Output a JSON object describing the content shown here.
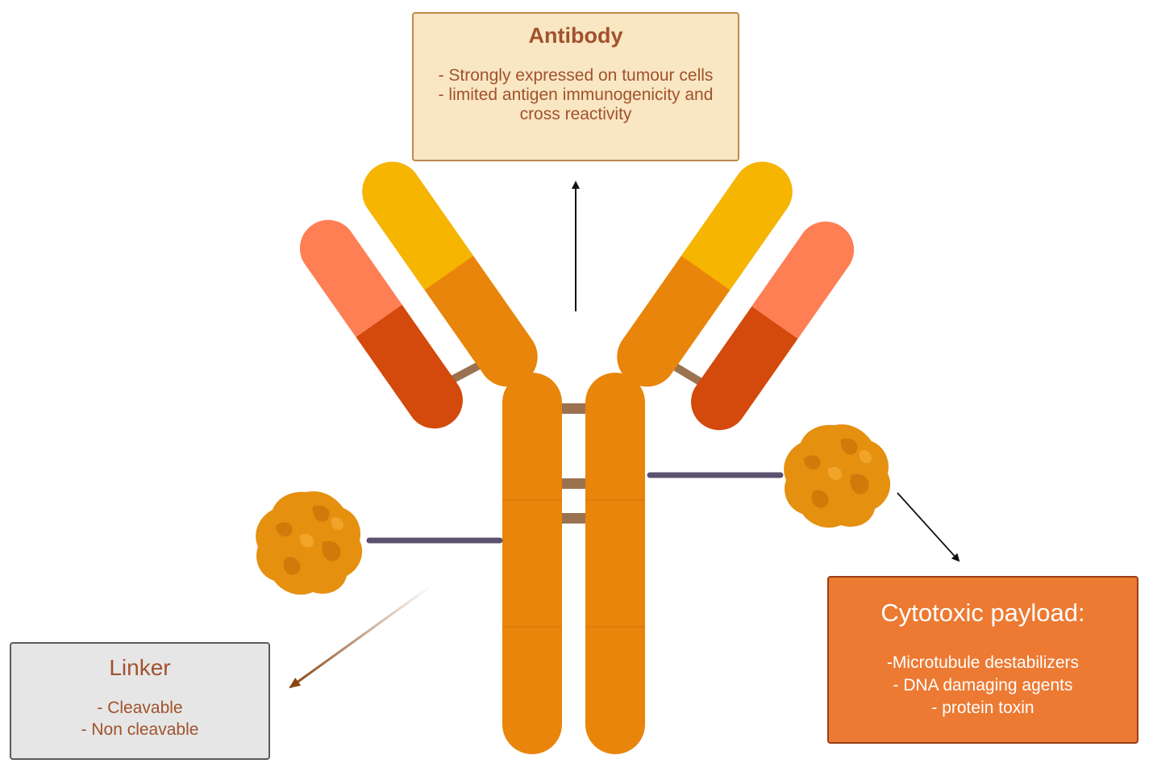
{
  "antibody_box": {
    "title": "Antibody",
    "lines": [
      "- Strongly expressed on tumour cells",
      "- limited antigen immunogenicity and cross reactivity"
    ]
  },
  "linker_box": {
    "title": "Linker",
    "lines": [
      "- Cleavable",
      "- Non cleavable"
    ]
  },
  "payload_box": {
    "title": "Cytotoxic payload:",
    "lines": [
      "-Microtubule destabilizers",
      "- DNA damaging agents",
      "- protein toxin"
    ]
  },
  "colors": {
    "heavy_chain": "#e8850a",
    "light_chain_variable": "#f6b500",
    "light_chain_top_red": "#ff7f55",
    "light_chain_dark_red": "#d4490c",
    "disulfide_bond": "#9a7250",
    "linker_line": "#5b5270",
    "payload": "#e5900f",
    "antibody_box_fill": "#f9e6c2",
    "linker_box_fill": "#e6e6e6",
    "payload_box_fill": "#ec7a33"
  }
}
